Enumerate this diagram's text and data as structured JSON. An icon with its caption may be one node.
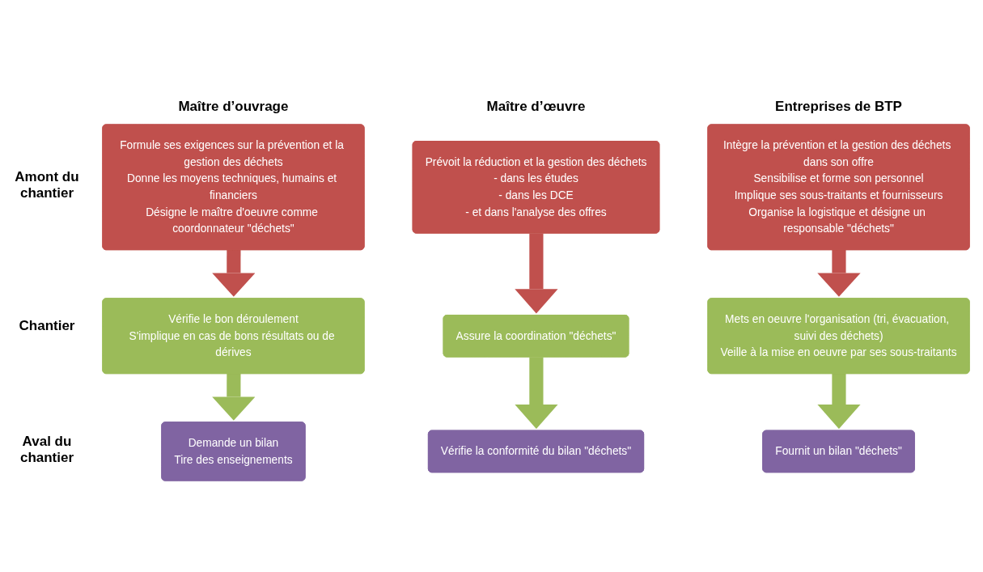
{
  "diagram": {
    "nodes": [
      {
        "text": [
          "Formule ses exigences sur la prévention et la gestion des déchets",
          "Donne les moyens techniques, humains et financiers",
          "Désigne le maître d'oeuvre comme coordonnateur \"déchets\""
        ]
      },
      {
        "text": [
          "Prévoit la réduction et la gestion des déchets",
          "- dans les études",
          "- dans les DCE",
          "- et dans l'analyse des offres"
        ]
      },
      {
        "text": [
          "Intègre la prévention et la gestion des déchets dans son offre",
          "Sensibilise et forme son personnel",
          "Implique ses sous-traitants et fournisseurs",
          "Organise la logistique et désigne un responsable \"déchets\""
        ]
      },
      {
        "text": [
          "Vérifie le bon déroulement",
          "S'implique en cas de bons résultats ou de dérives"
        ]
      },
      {
        "text": [
          "Assure la coordination \"déchets\""
        ]
      },
      {
        "text": [
          "Mets en oeuvre l'organisation (tri, évacuation, suivi des déchets)",
          "Veille à la mise en oeuvre par ses sous-traitants"
        ]
      },
      {
        "text": [
          "Demande un bilan",
          "Tire des enseignements"
        ]
      },
      {
        "text": [
          "Vérifie la conformité du bilan \"déchets\""
        ]
      },
      {
        "text": [
          "Fournit un bilan \"déchets\""
        ]
      }
    ],
    "edges": [
      {
        "from": 0,
        "to": 3,
        "arrow": "to",
        "color": "#c0504d"
      },
      {
        "from": 1,
        "to": 4,
        "arrow": "to",
        "color": "#c0504d"
      },
      {
        "from": 2,
        "to": 5,
        "arrow": "to",
        "color": "#c0504d"
      },
      {
        "from": 3,
        "to": 6,
        "arrow": "to",
        "color": "#9bbb59"
      },
      {
        "from": 4,
        "to": 7,
        "arrow": "to",
        "color": "#9bbb59"
      },
      {
        "from": 5,
        "to": 8,
        "arrow": "to",
        "color": "#9bbb59"
      }
    ],
    "labels": [
      "Maître d’ouvrage",
      "Maître d’œuvre",
      "Entreprises de BTP",
      "Amont du chantier",
      "Chantier",
      "Aval du chantier"
    ]
  }
}
